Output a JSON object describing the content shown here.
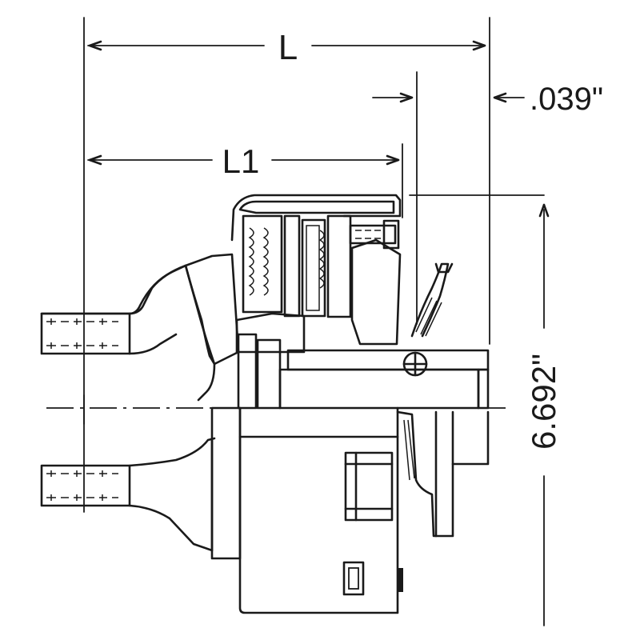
{
  "dimensions": {
    "overall_length": "L",
    "flange_length": "L1",
    "clearance": ".039\"",
    "housing_diameter": "6.692\""
  },
  "colors": {
    "line": "#1a1a1a",
    "background": "#ffffff"
  }
}
